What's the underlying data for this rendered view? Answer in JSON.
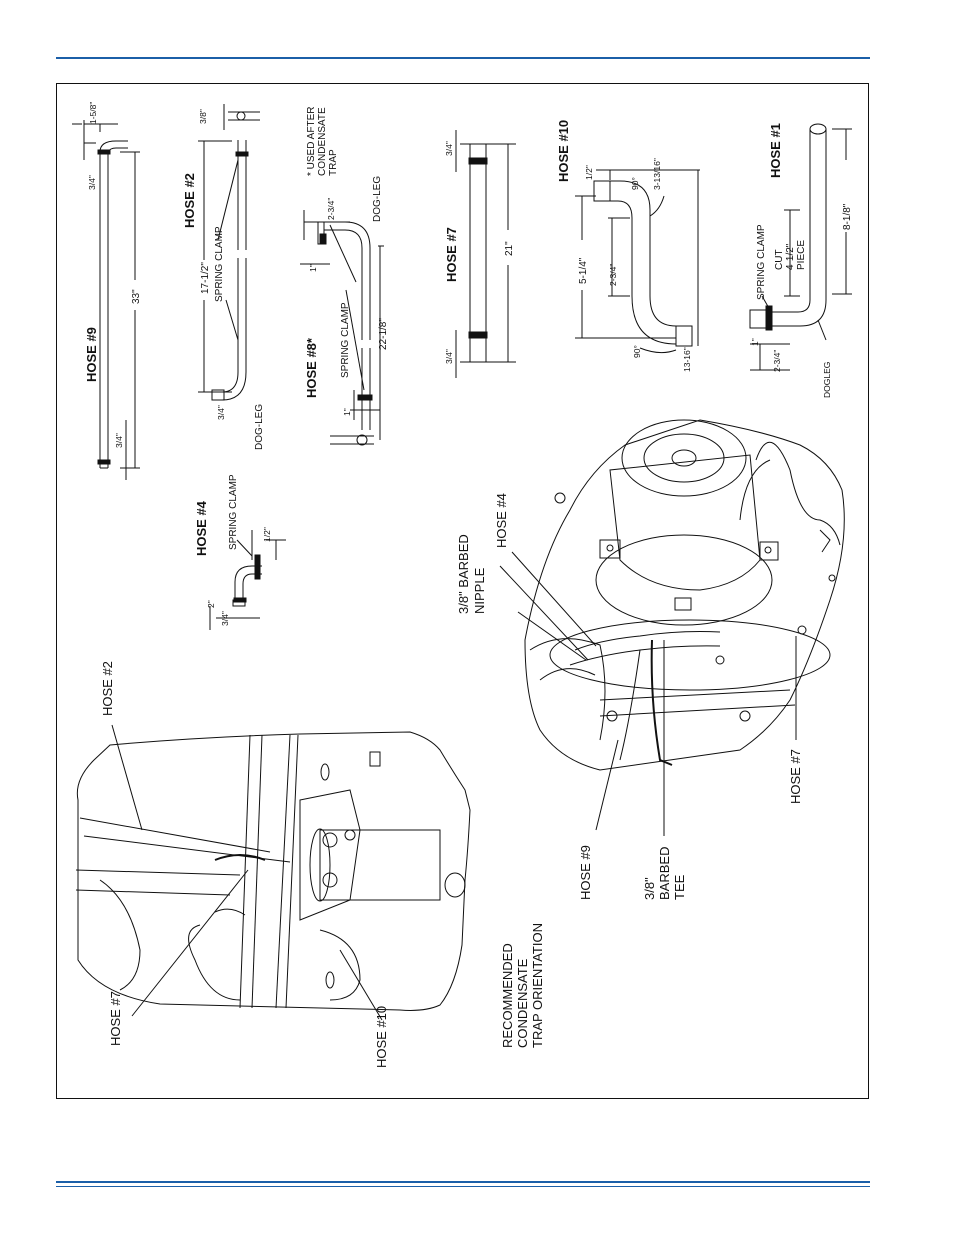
{
  "labels": {
    "hose9": "HOSE #9",
    "hose2": "HOSE #2",
    "hose4": "HOSE #4",
    "hose8": "HOSE #8*",
    "hose7": "HOSE #7",
    "hose10": "HOSE #10",
    "hose1": "HOSE #1",
    "used_after": "* USED AFTER",
    "condensate": "CONDENSATE",
    "trap": "TRAP",
    "spring_clamp": "SPRING CLAMP",
    "dog_leg": "DOG-LEG",
    "dogleg_alt": "DOGLEG",
    "cut": "CUT",
    "piece_len": "4-1/2\"",
    "piece": "PIECE",
    "deg90": "90°",
    "callout_hose2": "HOSE #2",
    "callout_hose7": "HOSE #7",
    "callout_hose10": "HOSE #10",
    "recommended": "RECOMMENDED",
    "condensate_word": "CONDENSATE",
    "trap_orientation": "TRAP ORIENTATION",
    "barbed_nipple_1": "3/8\" BARBED",
    "barbed_nipple_2": "NIPPLE",
    "callout_hose4": "HOSE #4",
    "callout_hose9": "HOSE #9",
    "barbed_tee_1": "3/8\"",
    "barbed_tee_2": "BARBED",
    "barbed_tee_3": "TEE",
    "callout_hose7b": "HOSE #7"
  },
  "dimensions": {
    "h9_top": "1-5/8\"",
    "h9_end_top": "3/4\"",
    "h9_len": "33\"",
    "h9_end_bot": "3/4\"",
    "h2_top": "3/8\"",
    "h2_len": "17-1/2\"",
    "h2_end": "3/4\"",
    "h4_len": "2\"",
    "h4_end": "3/4\"",
    "h4_top": "1/2\"",
    "h8_top": "2-3/4\"",
    "h8_end": "1\"",
    "h8_len": "22-1/8\"",
    "h8_end2": "1\"",
    "h7_top": "3/4\"",
    "h7_len": "21\"",
    "h7_bot": "3/4\"",
    "h10_a": "1/2\"",
    "h10_b": "3-13/16\"",
    "h10_c": "5-1/4\"",
    "h10_d": "2-3/4\"",
    "h10_e": "13-16\"",
    "h1_len": "8-1/8\"",
    "h1_a": "1\"",
    "h1_b": "2-3/4\""
  }
}
